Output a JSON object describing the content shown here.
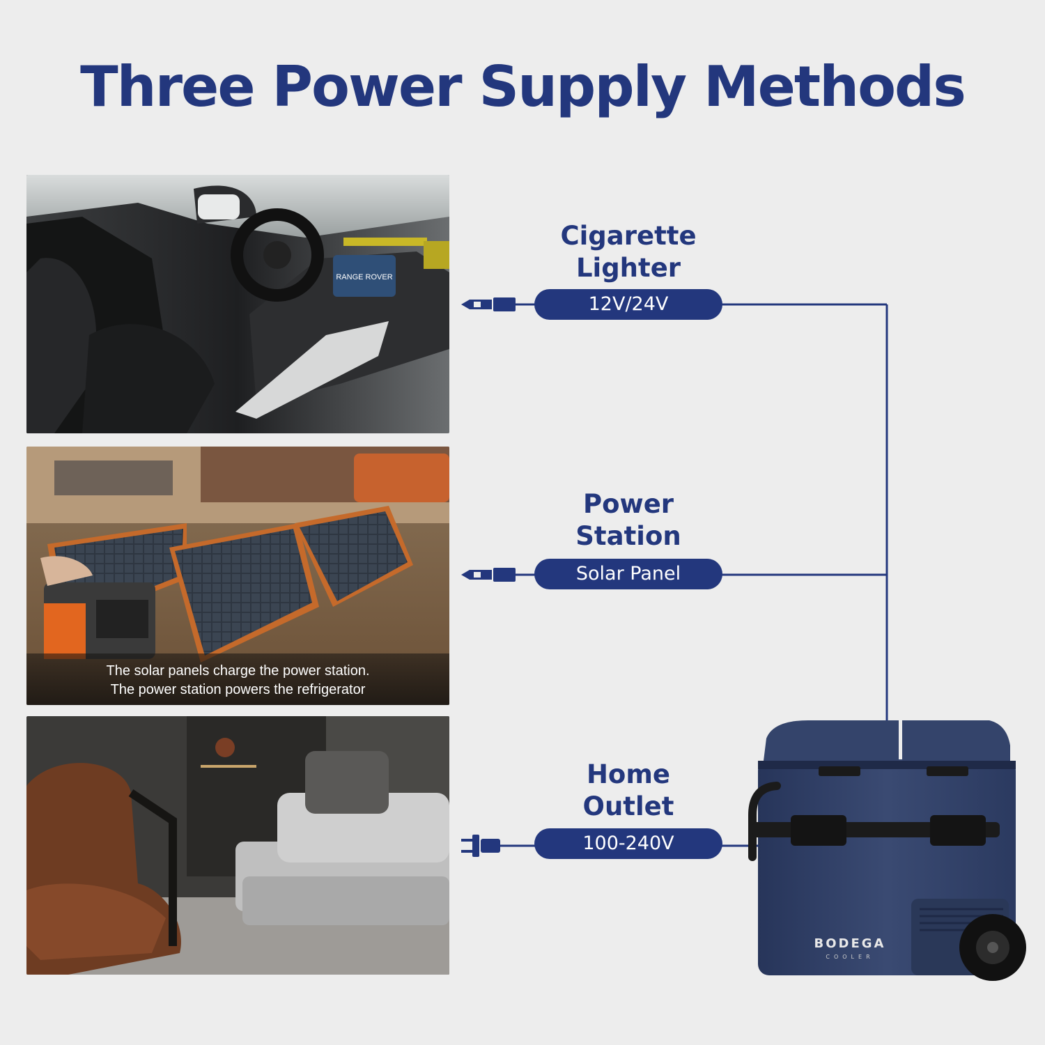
{
  "title": "Three Power Supply Methods",
  "methods": [
    {
      "label_line1": "Cigarette",
      "label_line2": "Lighter",
      "pill": "12V/24V",
      "connector": "car-plug-icon"
    },
    {
      "label_line1": "Power",
      "label_line2": "Station",
      "pill": "Solar Panel",
      "connector": "car-plug-icon"
    },
    {
      "label_line1": "Home",
      "label_line2": "Outlet",
      "pill": "100-240V",
      "connector": "ac-plug-icon"
    }
  ],
  "photos": {
    "car": {
      "screen_text": "RANGE ROVER"
    },
    "solar": {
      "caption_line1": "The solar panels charge the power station.",
      "caption_line2": "The power station powers the refrigerator"
    },
    "home": {}
  },
  "fridge": {
    "brand": "BODEGA",
    "sub": "COOLER"
  },
  "colors": {
    "accent": "#23377d",
    "background": "#ededed",
    "fridge": "#2b3a5e"
  }
}
